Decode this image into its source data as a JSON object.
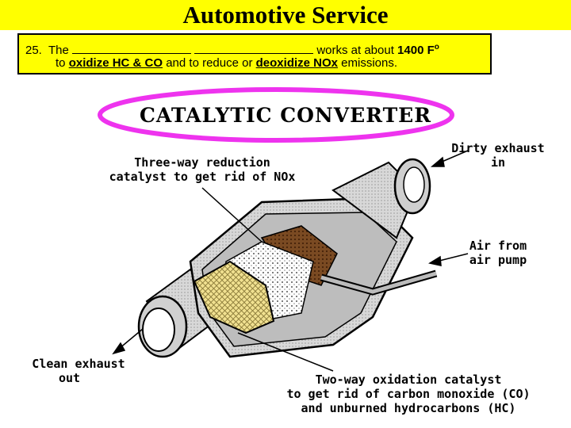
{
  "header": {
    "title": "Automotive Service"
  },
  "question": {
    "number": "25.",
    "the": "The",
    "works_text": "works at about",
    "temp": "1400 F",
    "deg": "o",
    "to": "to",
    "oxidize": "oxidize HC & CO",
    "and_to": "and to reduce or",
    "deoxidize": "deoxidize NOx",
    "emissions": "emissions."
  },
  "diagram": {
    "heading": "CATALYTIC CONVERTER",
    "labels": {
      "three_way_1": "Three-way reduction",
      "three_way_2": "catalyst to get rid of NOx",
      "dirty_1": "Dirty exhaust",
      "dirty_2": "in",
      "air_1": "Air from",
      "air_2": "air pump",
      "clean_1": "Clean exhaust",
      "clean_2": "out",
      "two_way_1": "Two-way oxidation catalyst",
      "two_way_2": "to get rid of carbon monoxide (CO)",
      "two_way_3": "and unburned hydrocarbons (HC)"
    }
  },
  "colors": {
    "title_bg": "#ffff00",
    "box_bg": "#ffff00",
    "ellipse": "#ee33ee"
  }
}
